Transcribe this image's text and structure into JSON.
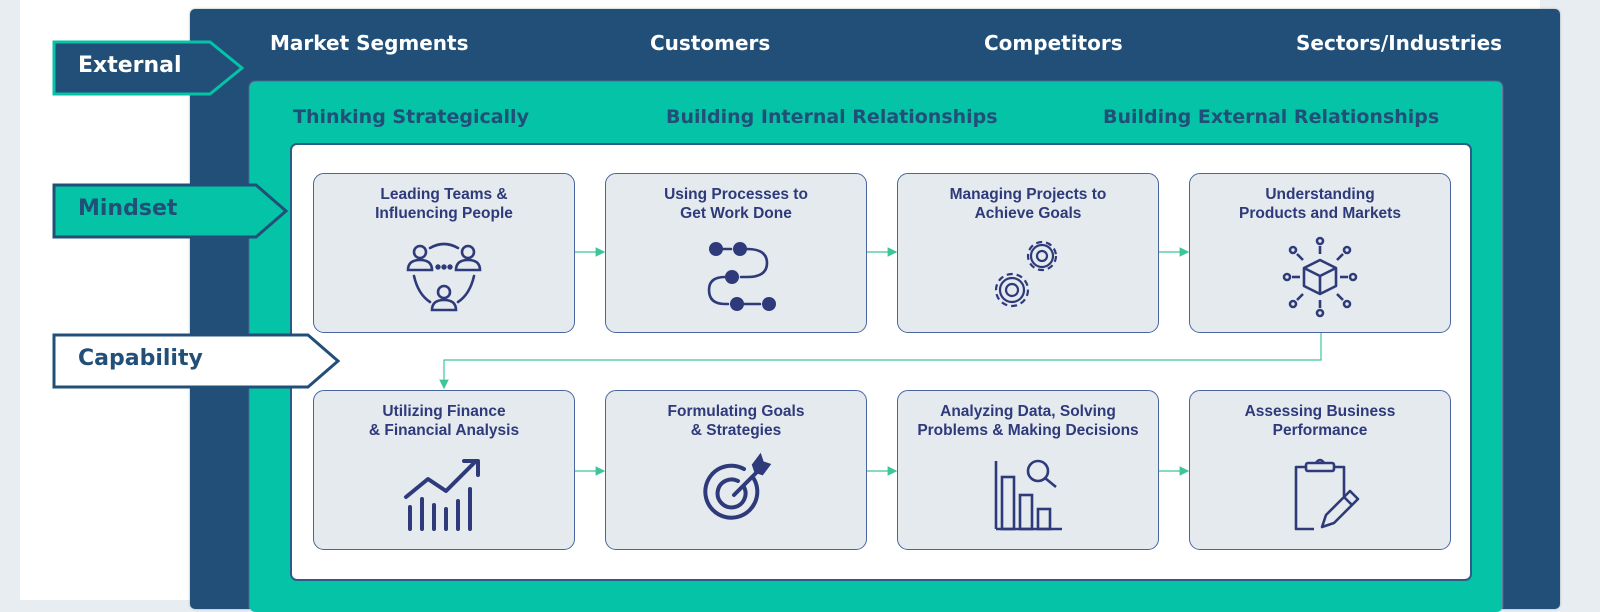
{
  "tags": {
    "external": "External",
    "mindset": "Mindset",
    "capability": "Capability"
  },
  "external_factors": [
    "Market Segments",
    "Customers",
    "Competitors",
    "Sectors/Industries"
  ],
  "mindset_themes": [
    "Thinking Strategically",
    "Building Internal Relationships",
    "Building External Relationships"
  ],
  "capabilities": [
    {
      "title": "Leading Teams &\nInfluencing People",
      "icon": "team-network-icon"
    },
    {
      "title": "Using Processes to\nGet Work Done",
      "icon": "process-flow-icon"
    },
    {
      "title": "Managing Projects to\nAchieve Goals",
      "icon": "gears-icon"
    },
    {
      "title": "Understanding\nProducts and Markets",
      "icon": "product-network-icon"
    },
    {
      "title": "Utilizing Finance\n& Financial Analysis",
      "icon": "growth-chart-icon"
    },
    {
      "title": "Formulating Goals\n& Strategies",
      "icon": "target-icon"
    },
    {
      "title": "Analyzing Data, Solving\nProblems & Making Decisions",
      "icon": "chart-search-icon"
    },
    {
      "title": "Assessing Business\nPerformance",
      "icon": "clipboard-pencil-icon"
    }
  ],
  "colors": {
    "navy": "#214f78",
    "teal": "#05c3a6",
    "card_bg": "#e4eaee",
    "icon": "#2e3a7a",
    "connector": "#3cc49a"
  }
}
